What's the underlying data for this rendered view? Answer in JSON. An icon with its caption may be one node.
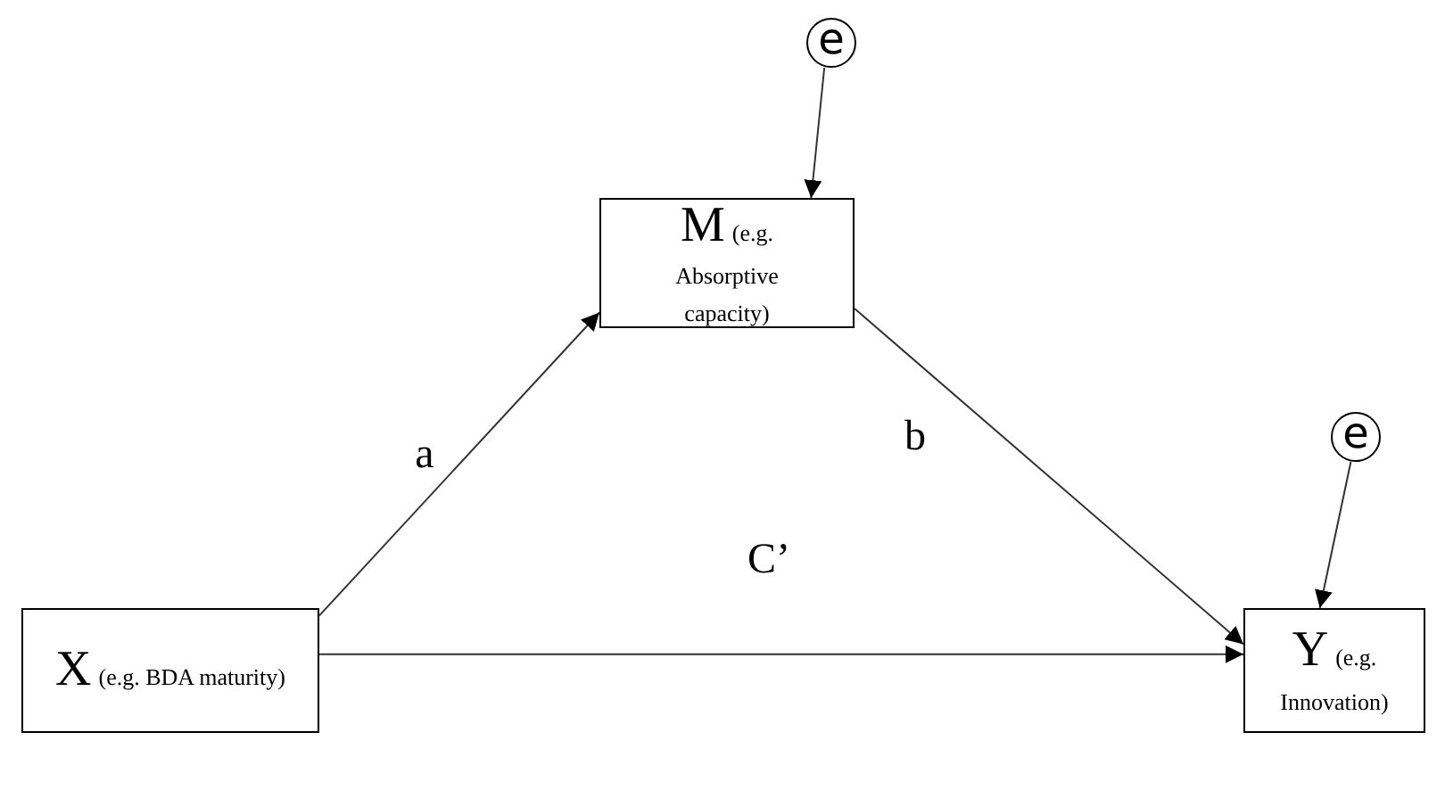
{
  "diagram": {
    "nodes": [
      {
        "text": [
          "e"
        ]
      },
      {
        "text": [
          "M",
          "(e.g. Absorptive capacity)"
        ]
      },
      {
        "text": [
          "e"
        ]
      },
      {
        "text": [
          "X",
          "(e.g. BDA maturity)"
        ]
      },
      {
        "text": [
          "Y",
          "(e.g. Innovation)"
        ]
      }
    ],
    "edges": [
      {
        "from": 0,
        "to": 1,
        "arrow": "to"
      },
      {
        "from": 3,
        "to": 1,
        "arrow": "to",
        "label": "a"
      },
      {
        "from": 1,
        "to": 4,
        "arrow": "to",
        "label": "b"
      },
      {
        "from": 2,
        "to": 4,
        "arrow": "to"
      },
      {
        "from": 3,
        "to": 4,
        "arrow": "to",
        "label": "C’"
      }
    ]
  }
}
